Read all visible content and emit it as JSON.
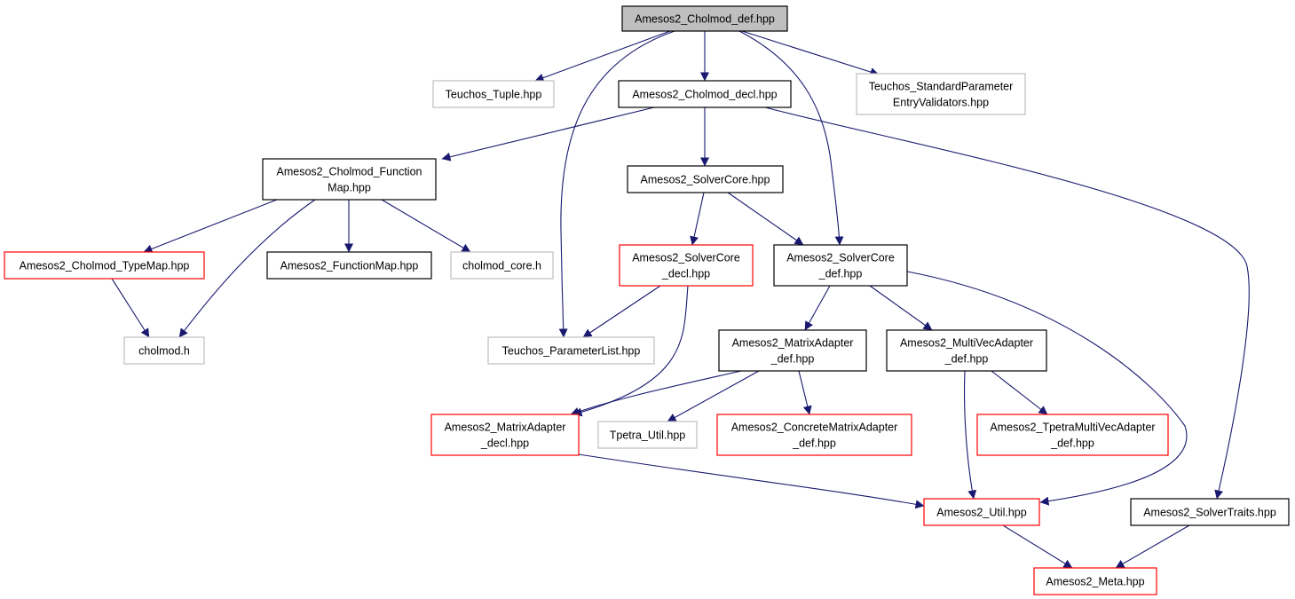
{
  "colors": {
    "edge": "#191970",
    "border_black": "#000000",
    "border_red": "#ff0000",
    "border_gray": "#bfbfbf",
    "fill_root": "#bfbfbf",
    "fill_default": "#ffffff"
  },
  "nodes": [
    {
      "id": "cholmod_def",
      "lines": [
        "Amesos2_Cholmod_def.hpp"
      ],
      "style": "root"
    },
    {
      "id": "teuchos_tuple",
      "lines": [
        "Teuchos_Tuple.hpp"
      ],
      "style": "gray"
    },
    {
      "id": "cholmod_decl",
      "lines": [
        "Amesos2_Cholmod_decl.hpp"
      ],
      "style": "black"
    },
    {
      "id": "teuchos_spev",
      "lines": [
        "Teuchos_StandardParameter",
        "EntryValidators.hpp"
      ],
      "style": "gray"
    },
    {
      "id": "cholmod_fmap",
      "lines": [
        "Amesos2_Cholmod_Function",
        "Map.hpp"
      ],
      "style": "black"
    },
    {
      "id": "solvercore",
      "lines": [
        "Amesos2_SolverCore.hpp"
      ],
      "style": "black"
    },
    {
      "id": "cholmod_typemap",
      "lines": [
        "Amesos2_Cholmod_TypeMap.hpp"
      ],
      "style": "red"
    },
    {
      "id": "functionmap",
      "lines": [
        "Amesos2_FunctionMap.hpp"
      ],
      "style": "black"
    },
    {
      "id": "cholmod_core",
      "lines": [
        "cholmod_core.h"
      ],
      "style": "gray"
    },
    {
      "id": "solvercore_decl",
      "lines": [
        "Amesos2_SolverCore",
        "_decl.hpp"
      ],
      "style": "red"
    },
    {
      "id": "solvercore_def",
      "lines": [
        "Amesos2_SolverCore",
        "_def.hpp"
      ],
      "style": "black"
    },
    {
      "id": "cholmod_h",
      "lines": [
        "cholmod.h"
      ],
      "style": "gray"
    },
    {
      "id": "teuchos_plist",
      "lines": [
        "Teuchos_ParameterList.hpp"
      ],
      "style": "gray"
    },
    {
      "id": "matrixadapter_def",
      "lines": [
        "Amesos2_MatrixAdapter",
        "_def.hpp"
      ],
      "style": "black"
    },
    {
      "id": "multivecadapter_def",
      "lines": [
        "Amesos2_MultiVecAdapter",
        "_def.hpp"
      ],
      "style": "black"
    },
    {
      "id": "matrixadapter_decl",
      "lines": [
        "Amesos2_MatrixAdapter",
        "_decl.hpp"
      ],
      "style": "red"
    },
    {
      "id": "tpetra_util",
      "lines": [
        "Tpetra_Util.hpp"
      ],
      "style": "gray"
    },
    {
      "id": "concretematrixadapter_def",
      "lines": [
        "Amesos2_ConcreteMatrixAdapter",
        "_def.hpp"
      ],
      "style": "red"
    },
    {
      "id": "tpetramultivecadapter_def",
      "lines": [
        "Amesos2_TpetraMultiVecAdapter",
        "_def.hpp"
      ],
      "style": "red"
    },
    {
      "id": "util",
      "lines": [
        "Amesos2_Util.hpp"
      ],
      "style": "red"
    },
    {
      "id": "solvertraits",
      "lines": [
        "Amesos2_SolverTraits.hpp"
      ],
      "style": "black"
    },
    {
      "id": "meta",
      "lines": [
        "Amesos2_Meta.hpp"
      ],
      "style": "red"
    }
  ],
  "edges": [
    {
      "from": "cholmod_def",
      "to": "teuchos_tuple"
    },
    {
      "from": "cholmod_def",
      "to": "cholmod_decl"
    },
    {
      "from": "cholmod_def",
      "to": "teuchos_spev"
    },
    {
      "from": "cholmod_def",
      "to": "teuchos_plist"
    },
    {
      "from": "cholmod_def",
      "to": "solvercore_def"
    },
    {
      "from": "cholmod_decl",
      "to": "cholmod_fmap"
    },
    {
      "from": "cholmod_decl",
      "to": "solvercore"
    },
    {
      "from": "cholmod_decl",
      "to": "solvertraits"
    },
    {
      "from": "cholmod_fmap",
      "to": "cholmod_typemap"
    },
    {
      "from": "cholmod_fmap",
      "to": "functionmap"
    },
    {
      "from": "cholmod_fmap",
      "to": "cholmod_core"
    },
    {
      "from": "cholmod_fmap",
      "to": "cholmod_h"
    },
    {
      "from": "cholmod_typemap",
      "to": "cholmod_h"
    },
    {
      "from": "solvercore",
      "to": "solvercore_decl"
    },
    {
      "from": "solvercore",
      "to": "solvercore_def"
    },
    {
      "from": "solvercore_decl",
      "to": "teuchos_plist"
    },
    {
      "from": "solvercore_decl",
      "to": "matrixadapter_decl"
    },
    {
      "from": "solvercore_def",
      "to": "matrixadapter_def"
    },
    {
      "from": "solvercore_def",
      "to": "multivecadapter_def"
    },
    {
      "from": "solvercore_def",
      "to": "util"
    },
    {
      "from": "matrixadapter_def",
      "to": "matrixadapter_decl"
    },
    {
      "from": "matrixadapter_def",
      "to": "tpetra_util"
    },
    {
      "from": "matrixadapter_def",
      "to": "concretematrixadapter_def"
    },
    {
      "from": "multivecadapter_def",
      "to": "tpetramultivecadapter_def"
    },
    {
      "from": "multivecadapter_def",
      "to": "util"
    },
    {
      "from": "matrixadapter_decl",
      "to": "util"
    },
    {
      "from": "util",
      "to": "meta"
    },
    {
      "from": "solvertraits",
      "to": "meta"
    }
  ]
}
